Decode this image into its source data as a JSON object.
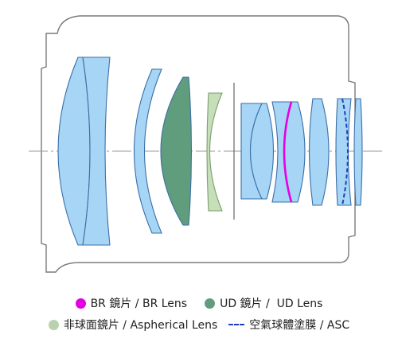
{
  "colors": {
    "lens_fill": "#a6d5f5",
    "lens_stroke": "#3b6fa8",
    "br_lens": "#e400e4",
    "ud_lens": "#5f9d7d",
    "aspherical_lens": "#c6deb9",
    "asc_coating": "#1f3fbf",
    "housing_stroke": "#7a7a7a"
  },
  "legend": {
    "br": {
      "label": "BR 鏡片 / BR Lens",
      "icon": "magenta-dot-icon"
    },
    "ud": {
      "label": "UD 鏡片 /  UD Lens",
      "icon": "green-dot-icon"
    },
    "aspherical": {
      "label": "非球面鏡片 / Aspherical Lens",
      "icon": "pale-green-dot-icon"
    },
    "asc": {
      "label": "空氣球體塗膜 / ASC",
      "icon": "dashed-line-icon"
    }
  }
}
